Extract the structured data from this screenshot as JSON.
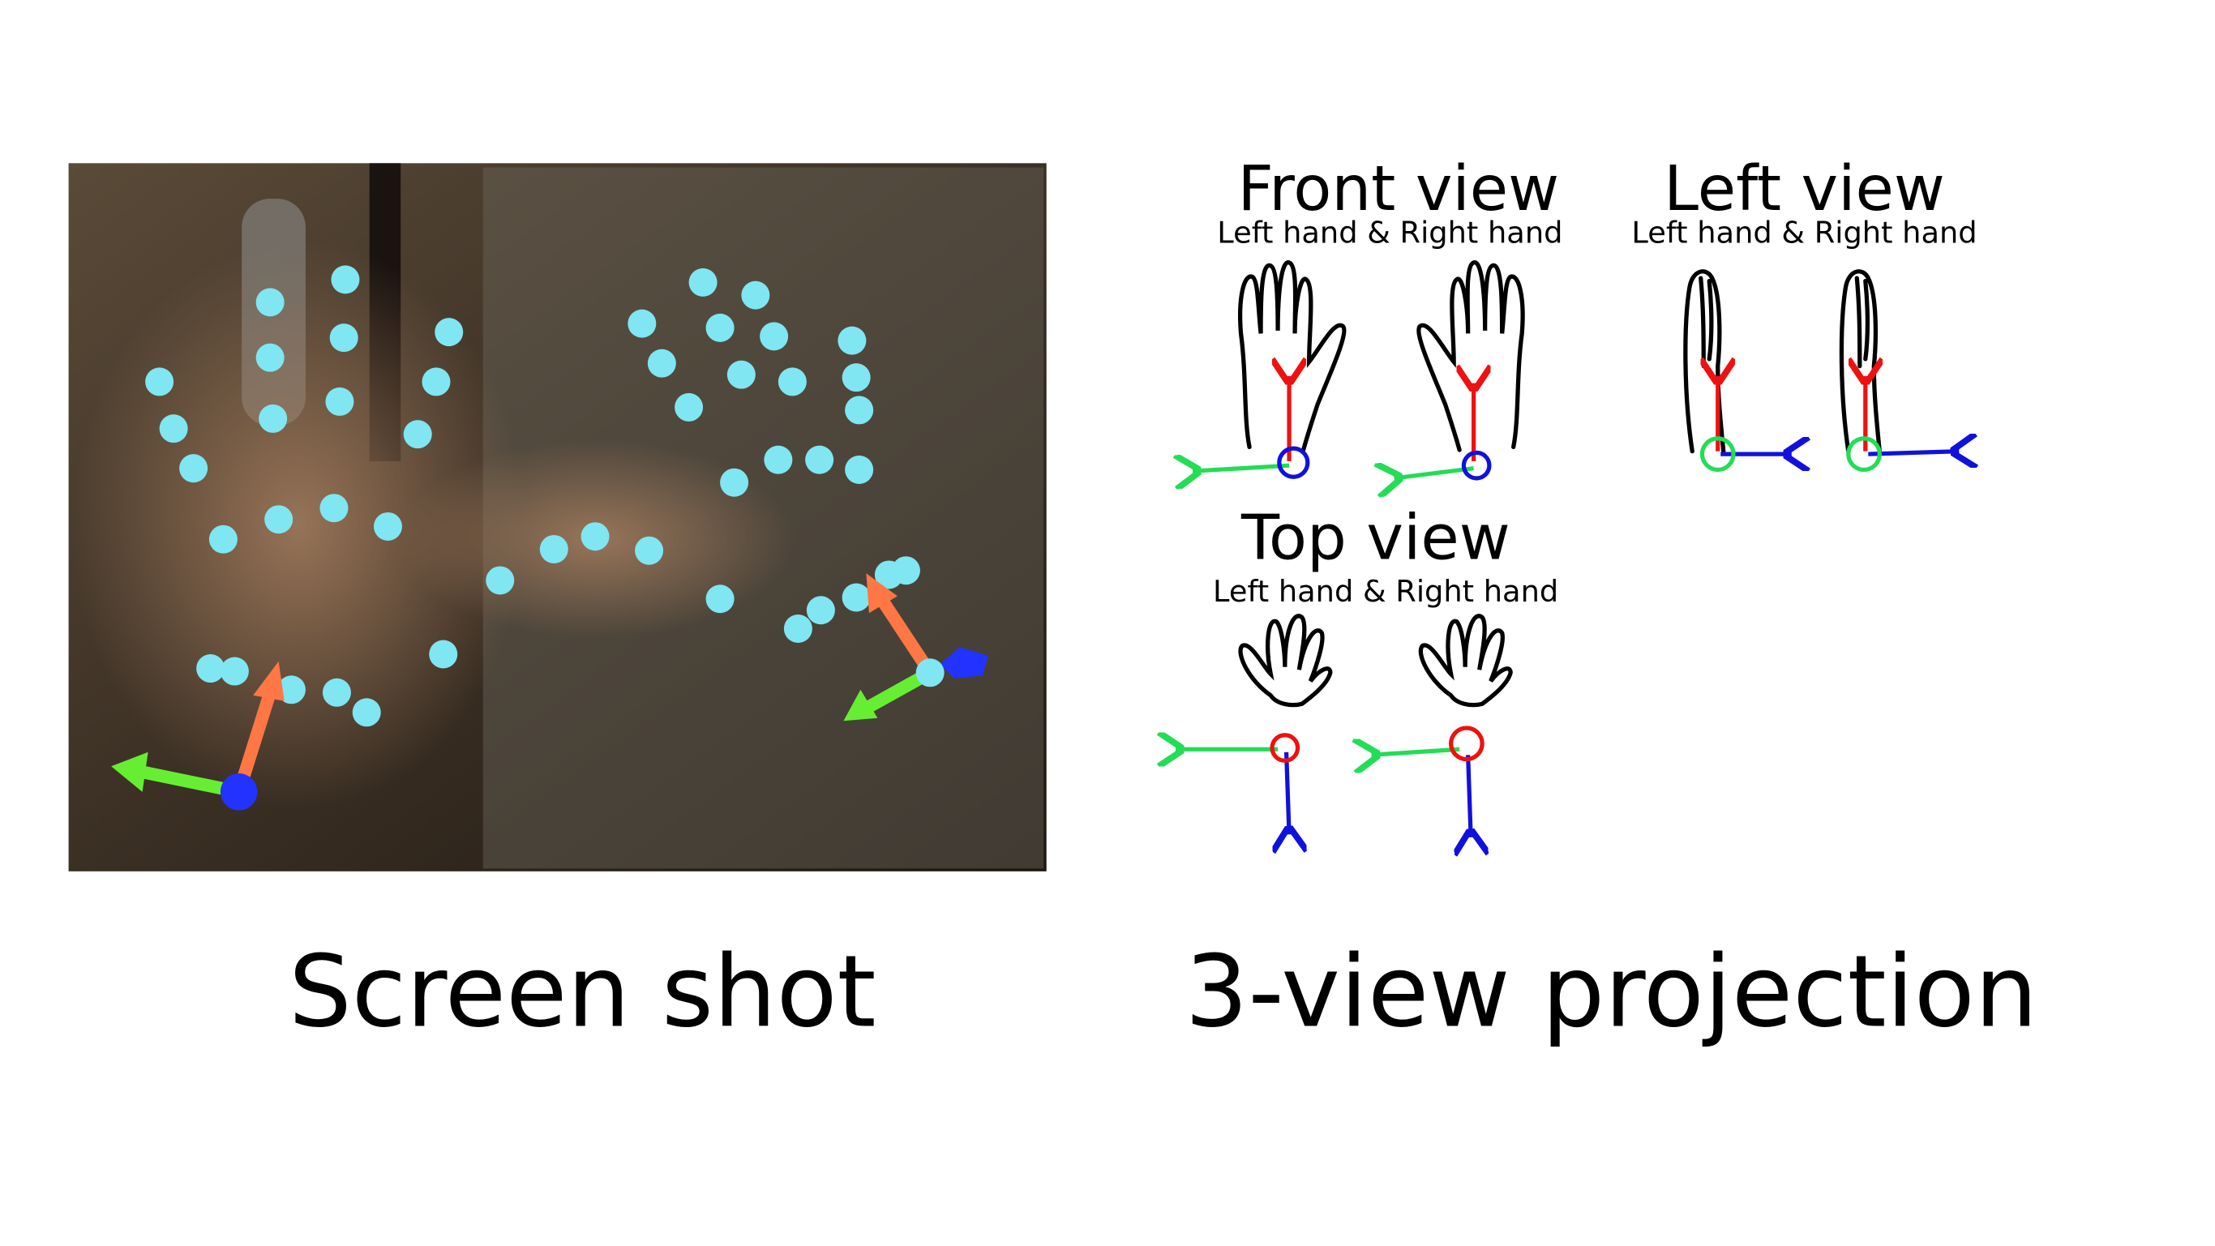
{
  "left_panel": {
    "caption": "Screen shot"
  },
  "right_panel": {
    "caption": "3-view projection",
    "views": [
      {
        "title": "Front view",
        "subtitle": "Left hand & Right hand"
      },
      {
        "title": "Left view",
        "subtitle": "Left hand & Right hand"
      },
      {
        "title": "Top view",
        "subtitle": "Left hand & Right hand"
      }
    ]
  },
  "colors": {
    "keypoint": "#7fe6f2",
    "axis_x_green": "#22dd55",
    "axis_y_red": "#ee1111",
    "axis_z_blue": "#1111dd",
    "photo_axis_orange": "#ff7744",
    "photo_axis_green": "#66ee33",
    "photo_axis_blue": "#2233ff"
  }
}
